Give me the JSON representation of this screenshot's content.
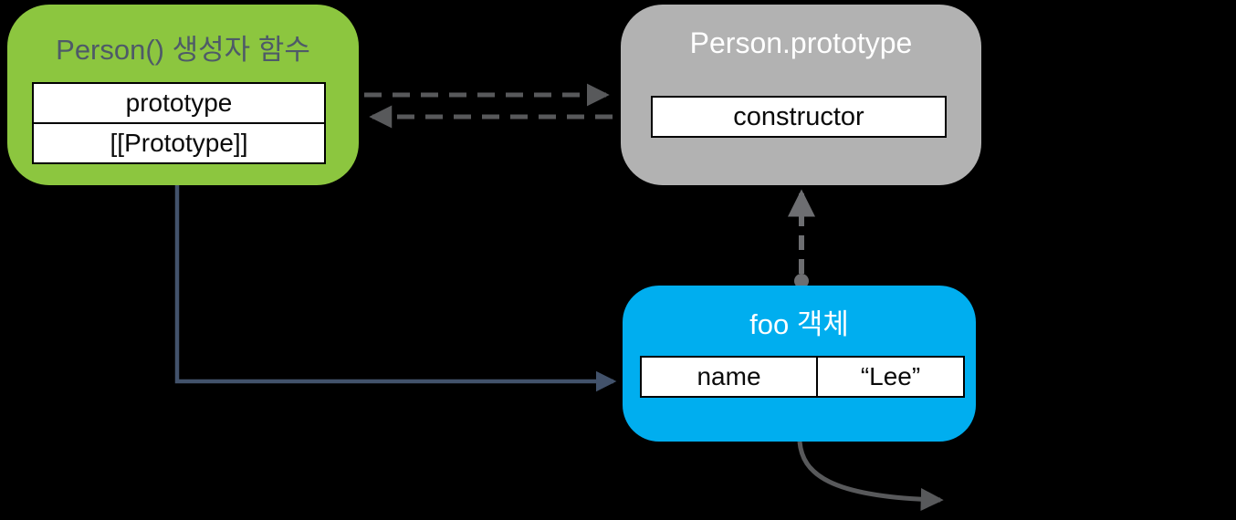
{
  "diagram": {
    "title": "JavaScript constructor / prototype relationship diagram",
    "background_color": "#000000",
    "boxes": {
      "constructor_fn": {
        "title": "Person() 생성자 함수",
        "rows": [
          "prototype",
          "[[Prototype]]"
        ],
        "fill_color": "#8CC63F",
        "title_color": "#4E5A68"
      },
      "prototype_obj": {
        "title": "Person.prototype",
        "rows": [
          "constructor"
        ],
        "fill_color": "#B2B2B2",
        "title_color": "#FFFFFF"
      },
      "foo_obj": {
        "title": "foo 객체",
        "property": {
          "key": "name",
          "value": "“Lee”"
        },
        "fill_color": "#00AEEF",
        "title_color": "#FFFFFF"
      }
    },
    "arrows": [
      {
        "name": "prototype-to-prototype-obj",
        "style": "dashed",
        "direction": "right",
        "color": "#58595B"
      },
      {
        "name": "constructor-to-constructor-fn",
        "style": "dashed",
        "direction": "left",
        "color": "#58595B"
      },
      {
        "name": "foo-to-prototype-obj",
        "style": "dashed",
        "direction": "up",
        "color": "#6D6E71"
      },
      {
        "name": "constructor-fn-to-foo",
        "style": "solid",
        "direction": "down-right",
        "color": "#42526B"
      },
      {
        "name": "foo-outgoing-curve",
        "style": "solid-curve",
        "direction": "down-right",
        "color": "#58595B"
      }
    ]
  }
}
